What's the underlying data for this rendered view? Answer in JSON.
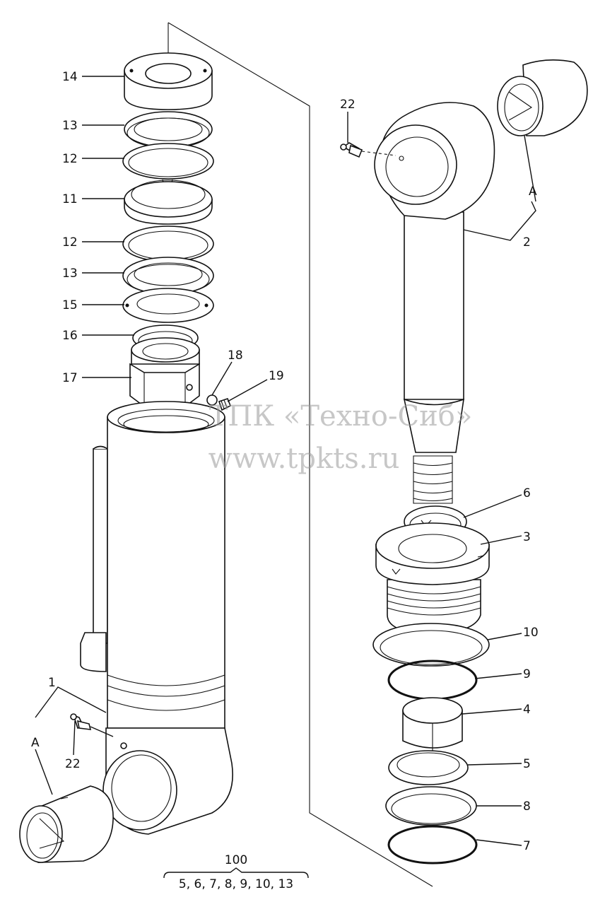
{
  "callouts": {
    "c14": "14",
    "c13a": "13",
    "c12a": "12",
    "c11": "11",
    "c12b": "12",
    "c13b": "13",
    "c15": "15",
    "c16": "16",
    "c17": "17",
    "c18": "18",
    "c19": "19",
    "c22a": "22",
    "cAa": "A",
    "c2": "2",
    "c6": "6",
    "c3": "3",
    "c10": "10",
    "c9": "9",
    "c4": "4",
    "c5": "5",
    "c8": "8",
    "c7": "7",
    "c1": "1",
    "cAb": "A",
    "c22b": "22"
  },
  "kit": {
    "number": "100",
    "contents": "5, 6, 7, 8, 9, 10, 13"
  },
  "watermark": {
    "line1": "ТПК «Техно-Сиб»",
    "line2": "www.tpkts.ru"
  }
}
